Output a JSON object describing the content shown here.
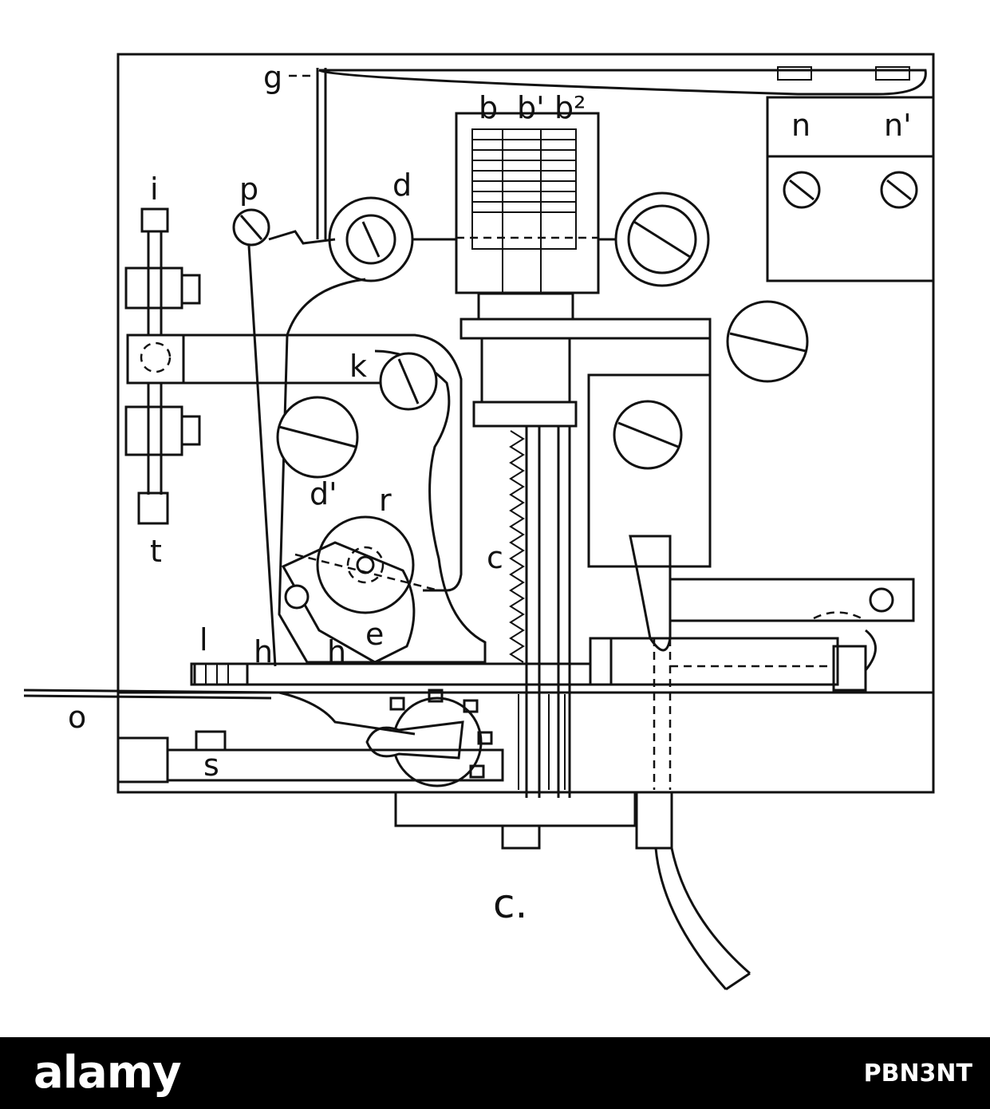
{
  "diagram": {
    "labels": {
      "g": "g",
      "b": "b",
      "b1": "b'",
      "b2": "b²",
      "n": "n",
      "n1": "n'",
      "i": "i",
      "p": "p",
      "d": "d",
      "k": "k",
      "d1": "d'",
      "r": "r",
      "c_spring": "c",
      "t": "t",
      "l": "l",
      "h1": "h",
      "h2": "h",
      "e": "e",
      "o": "o",
      "s": "s",
      "caption": "c."
    }
  },
  "banner": {
    "logo": "alamy",
    "image_code": "PBN3NT"
  },
  "colors": {
    "ink": "#111111",
    "background": "#ffffff",
    "banner": "#000000"
  }
}
